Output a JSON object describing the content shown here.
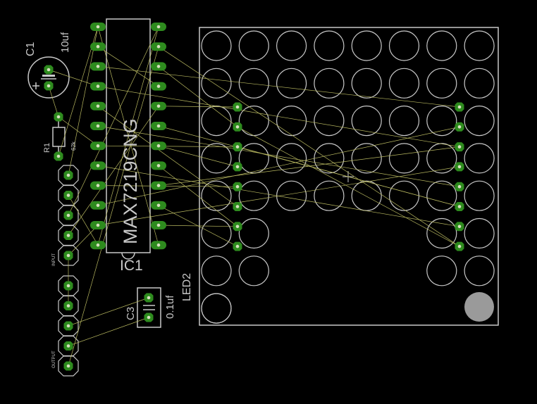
{
  "labels": {
    "c1_name": "C1",
    "c1_value": "10uf",
    "r1_name": "R1",
    "r1_value": "62k",
    "ic_part": "MAX7219CNG",
    "ic_name": "IC1",
    "c3_name": "C3",
    "c3_value": "0.1uf",
    "led_name": "LED2",
    "input_label": "INPUT",
    "output_label": "OUTPUT"
  },
  "colors": {
    "background": "#000000",
    "silkscreen": "#c8c8c8",
    "pad_fill": "#2e8b1e",
    "pad_hole": "#d8e0c0",
    "airwire": "#b8b860",
    "led_marker": "#9a9a9a"
  },
  "led_matrix": {
    "rows": 8,
    "cols": 8
  }
}
